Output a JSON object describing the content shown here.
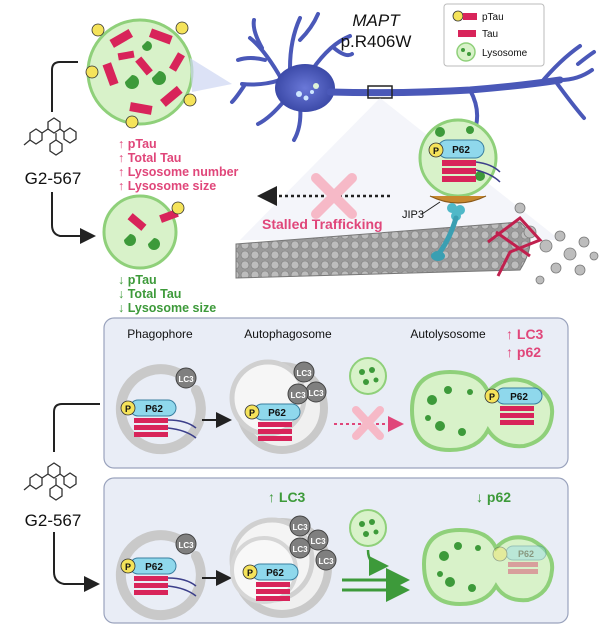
{
  "gene": "MAPT",
  "variant": "p.R406W",
  "legend": {
    "ptau": "pTau",
    "tau": "Tau",
    "lysosome": "Lysosome"
  },
  "compound_top": "G2-567",
  "compound_bottom": "G2-567",
  "untreated_effects": [
    "↑ pTau",
    "↑ Total Tau",
    "↑ Lysosome number",
    "↑ Lysosome size"
  ],
  "treated_effects": [
    "↓ pTau",
    "↓ Total Tau",
    "↓ Lysosome size"
  ],
  "stalled": "Stalled Trafficking",
  "jip3": "JIP3",
  "p62": "P62",
  "p": "P",
  "lc3": "LC3",
  "panel1": {
    "phagophore": "Phagophore",
    "autophagosome": "Autophagosome",
    "autolysosome": "Autolysosome",
    "up_lc3": "↑ LC3",
    "up_p62": "↑ p62"
  },
  "panel2": {
    "up_lc3": "↑ LC3",
    "down_p62": "↓ p62"
  },
  "colors": {
    "pink": "#e0467a",
    "green": "#3d9a3a",
    "lyso_fill": "#d8f2c9",
    "lyso_edge": "#8fd07a",
    "neuron": "#4a58b8",
    "tau": "#d8245a",
    "p62": "#8fd8ec",
    "p_yellow": "#f5e35a"
  }
}
